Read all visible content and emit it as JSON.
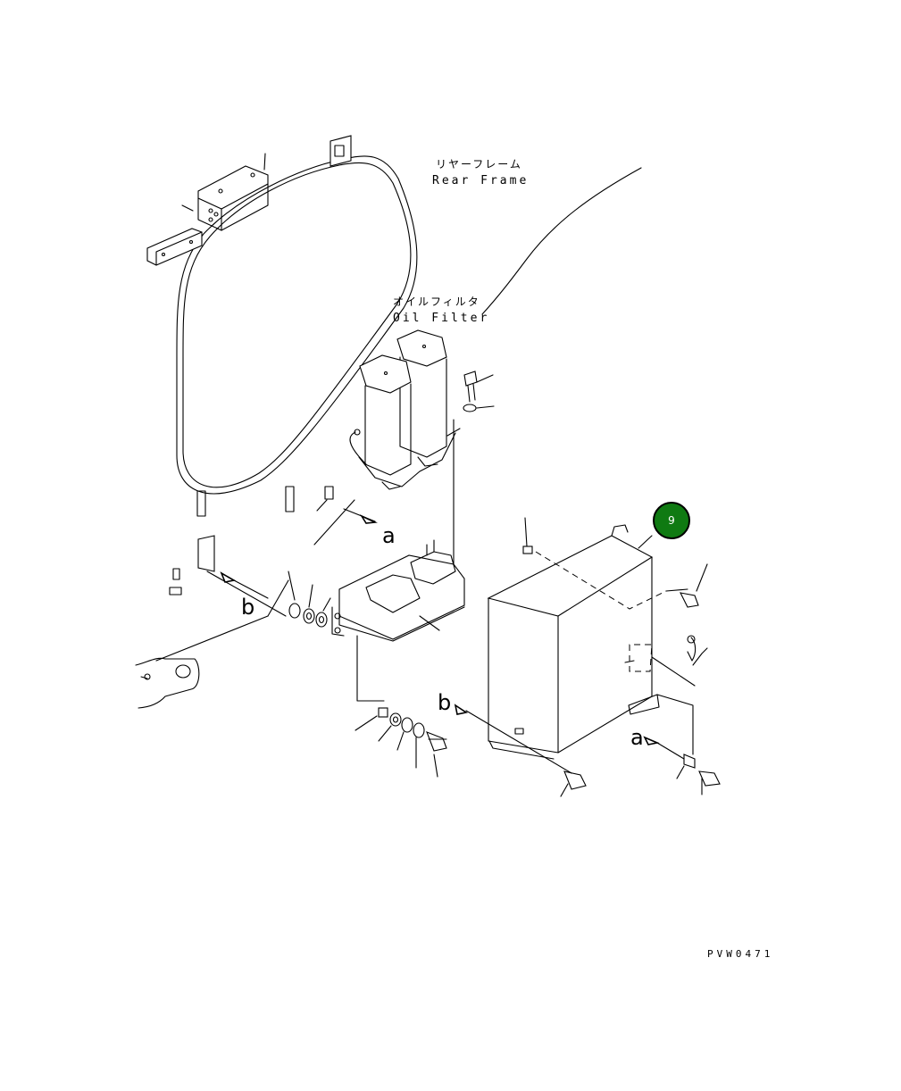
{
  "labels": {
    "rear_frame_jp": "リヤーフレーム",
    "rear_frame_en": "Rear Frame",
    "oil_filter_jp": "オイルフィルタ",
    "oil_filter_en": "Oil Filter",
    "ref_a_upper": "a",
    "ref_b_left": "b",
    "ref_b_lower": "b",
    "ref_a_lower": "a",
    "drawing_code": "PVW0471"
  },
  "callout": {
    "number": "9",
    "color": "#0f7a12"
  }
}
